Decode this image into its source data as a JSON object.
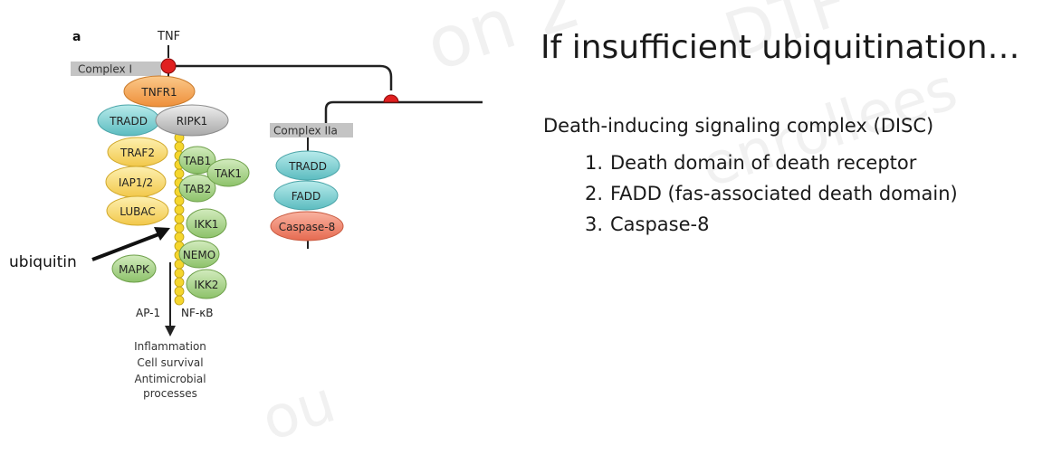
{
  "diagram": {
    "panel_letter": "a",
    "ligand": "TNF",
    "complex_1_label": "Complex I",
    "complex_2a_label": "Complex IIa",
    "proteins": {
      "tnfr1": "TNFR1",
      "tradd": "TRADD",
      "ripk1": "RIPK1",
      "traf2": "TRAF2",
      "iap": "IAP1/2",
      "lubac": "LUBAC",
      "tab1": "TAB1",
      "tak1": "TAK1",
      "tab2": "TAB2",
      "ikk1": "IKK1",
      "nemo": "NEMO",
      "ikk2": "IKK2",
      "mapk": "MAPK",
      "tradd_2": "TRADD",
      "fadd": "FADD",
      "caspase8": "Caspase-8"
    },
    "ubiquitin_label": "ubiquitin",
    "ap1_label": "AP-1",
    "nfkb_label": "NF-κB",
    "outcomes": [
      "Inflammation",
      "Cell survival",
      "Antimicrobial",
      "processes"
    ],
    "colors": {
      "tnfr1": "#f5a65a",
      "tradd": "#7ecfd0",
      "ripk1": "#c9c9c9",
      "traf_iap_lubac": "#f9d96b",
      "green_kinases": "#a8cf86",
      "caspase8": "#f0826a",
      "ubiquitin": "#f5d62e",
      "node_red": "#e02020",
      "label_box": "#c4c4c4"
    }
  },
  "slide": {
    "title": "If insufficient ubiquitination…",
    "heading": "Death-inducing signaling complex (DISC)",
    "items": [
      {
        "num": "1.",
        "text": "Death domain of death receptor"
      },
      {
        "num": "2.",
        "text": "FADD (fas-associated death domain)"
      },
      {
        "num": "3.",
        "text": "Caspase-8"
      }
    ]
  },
  "watermarks": [
    "on 2",
    "DTF",
    "enrollees",
    "ou"
  ]
}
